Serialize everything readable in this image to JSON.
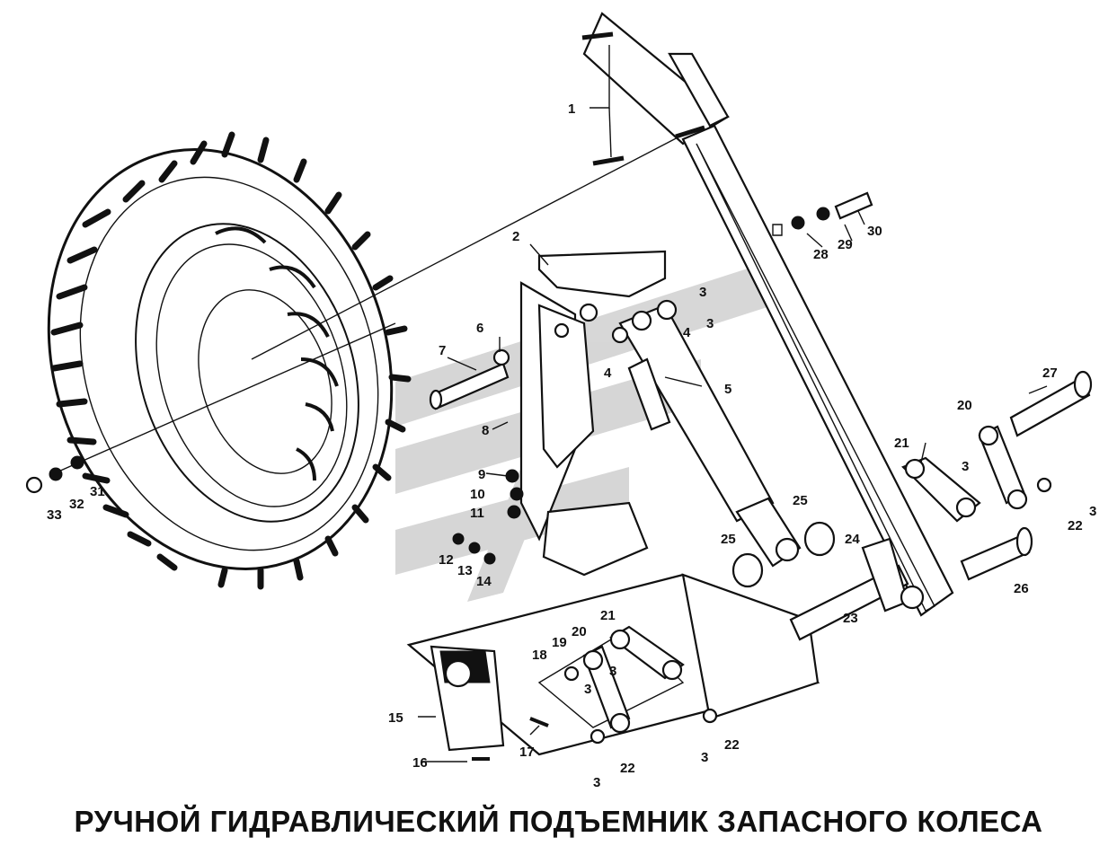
{
  "title": "РУЧНОЙ ГИДРАВЛИЧЕСКИЙ ПОДЪЕМНИК ЗАПАСНОГО КОЛЕСА",
  "colors": {
    "ink": "#111111",
    "watermark": "#c8c8c8",
    "background": "#ffffff"
  },
  "callouts": [
    "1",
    "2",
    "3",
    "4",
    "4",
    "3",
    "5",
    "6",
    "7",
    "8",
    "9",
    "10",
    "11",
    "12",
    "13",
    "14",
    "15",
    "16",
    "17",
    "18",
    "19",
    "20",
    "21",
    "3",
    "3",
    "22",
    "3",
    "22",
    "3",
    "23",
    "24",
    "25",
    "25",
    "26",
    "27",
    "20",
    "21",
    "3",
    "22",
    "3",
    "28",
    "29",
    "30",
    "31",
    "32",
    "33"
  ]
}
